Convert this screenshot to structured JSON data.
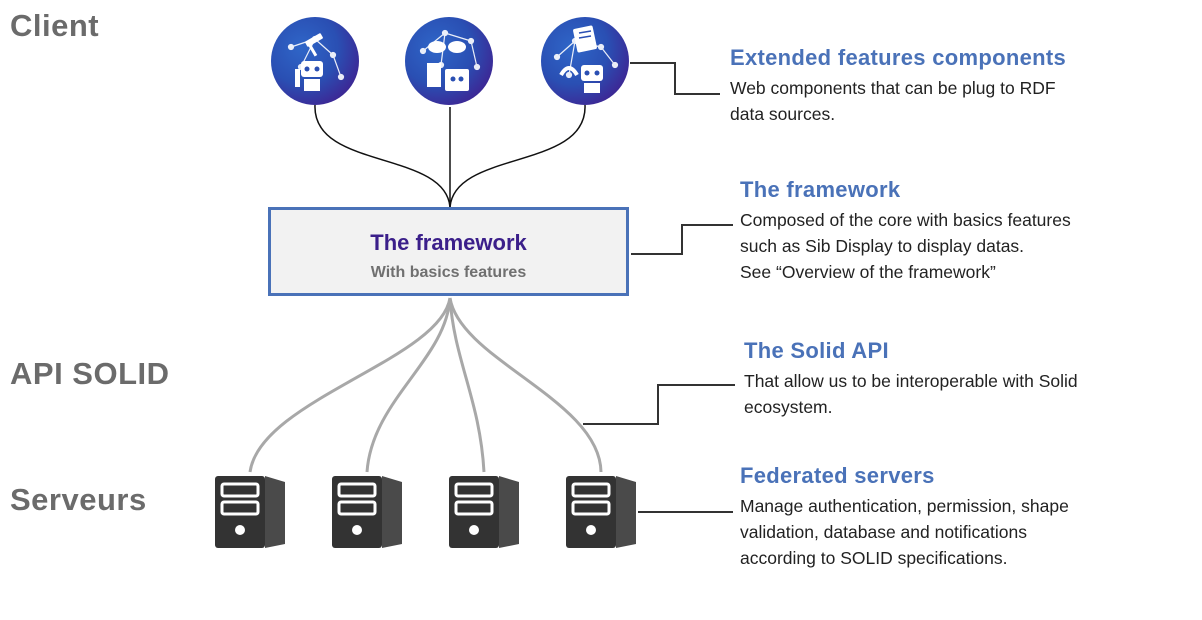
{
  "layers": {
    "client": "Client",
    "api": "API SOLID",
    "servers": "Serveurs"
  },
  "client_icons": [
    "robot-judge-icon",
    "robot-chat-icon",
    "robot-book-icon"
  ],
  "framework_box": {
    "title": "The framework",
    "subtitle": "With basics features"
  },
  "server_icon": "server-tower-icon",
  "server_count": 4,
  "descriptions": {
    "extended": {
      "title": "Extended features components",
      "body": "Web components that can be plug to RDF\ndata sources."
    },
    "framework": {
      "title": "The framework",
      "body": "Composed of the core with basics features\nsuch as Sib Display to display datas.\nSee “Overview of the framework”"
    },
    "api": {
      "title": "The Solid API",
      "body": "That allow us to be interoperable with Solid\necosystem."
    },
    "federated": {
      "title": "Federated servers",
      "body": "Manage authentication, permission, shape\nvalidation, database and notifications\naccording to SOLID specifications."
    }
  },
  "colors": {
    "heading_blue": "#4a72b8",
    "framework_title": "#3b1f8a",
    "layer_label": "#6b6b6b",
    "server": "#333333",
    "wire_black": "#111111",
    "wire_grey": "#a8a8a8"
  }
}
